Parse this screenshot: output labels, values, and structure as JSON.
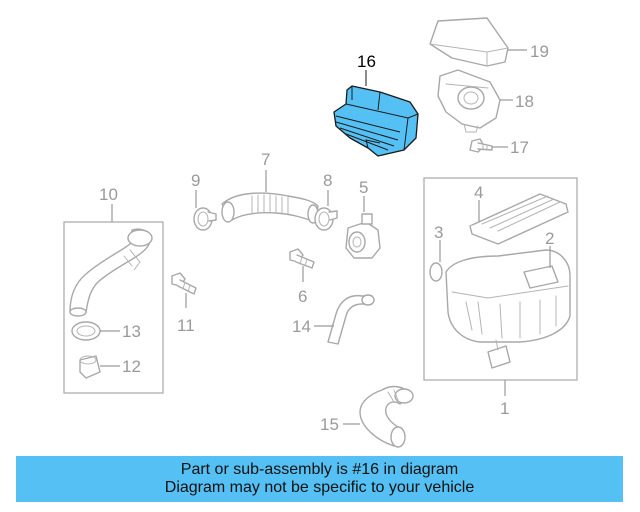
{
  "diagram": {
    "highlighted_part": "16",
    "callouts": [
      "1",
      "2",
      "3",
      "4",
      "5",
      "6",
      "7",
      "8",
      "9",
      "10",
      "11",
      "12",
      "13",
      "14",
      "15",
      "16",
      "17",
      "18",
      "19"
    ]
  },
  "banner": {
    "line1": "Part or sub-assembly is #16 in diagram",
    "line2": "Diagram may not be specific to your vehicle"
  },
  "colors": {
    "highlight": "#55c0f4",
    "line_art": "#a8a8a8",
    "banner_bg": "#55c0f4"
  }
}
